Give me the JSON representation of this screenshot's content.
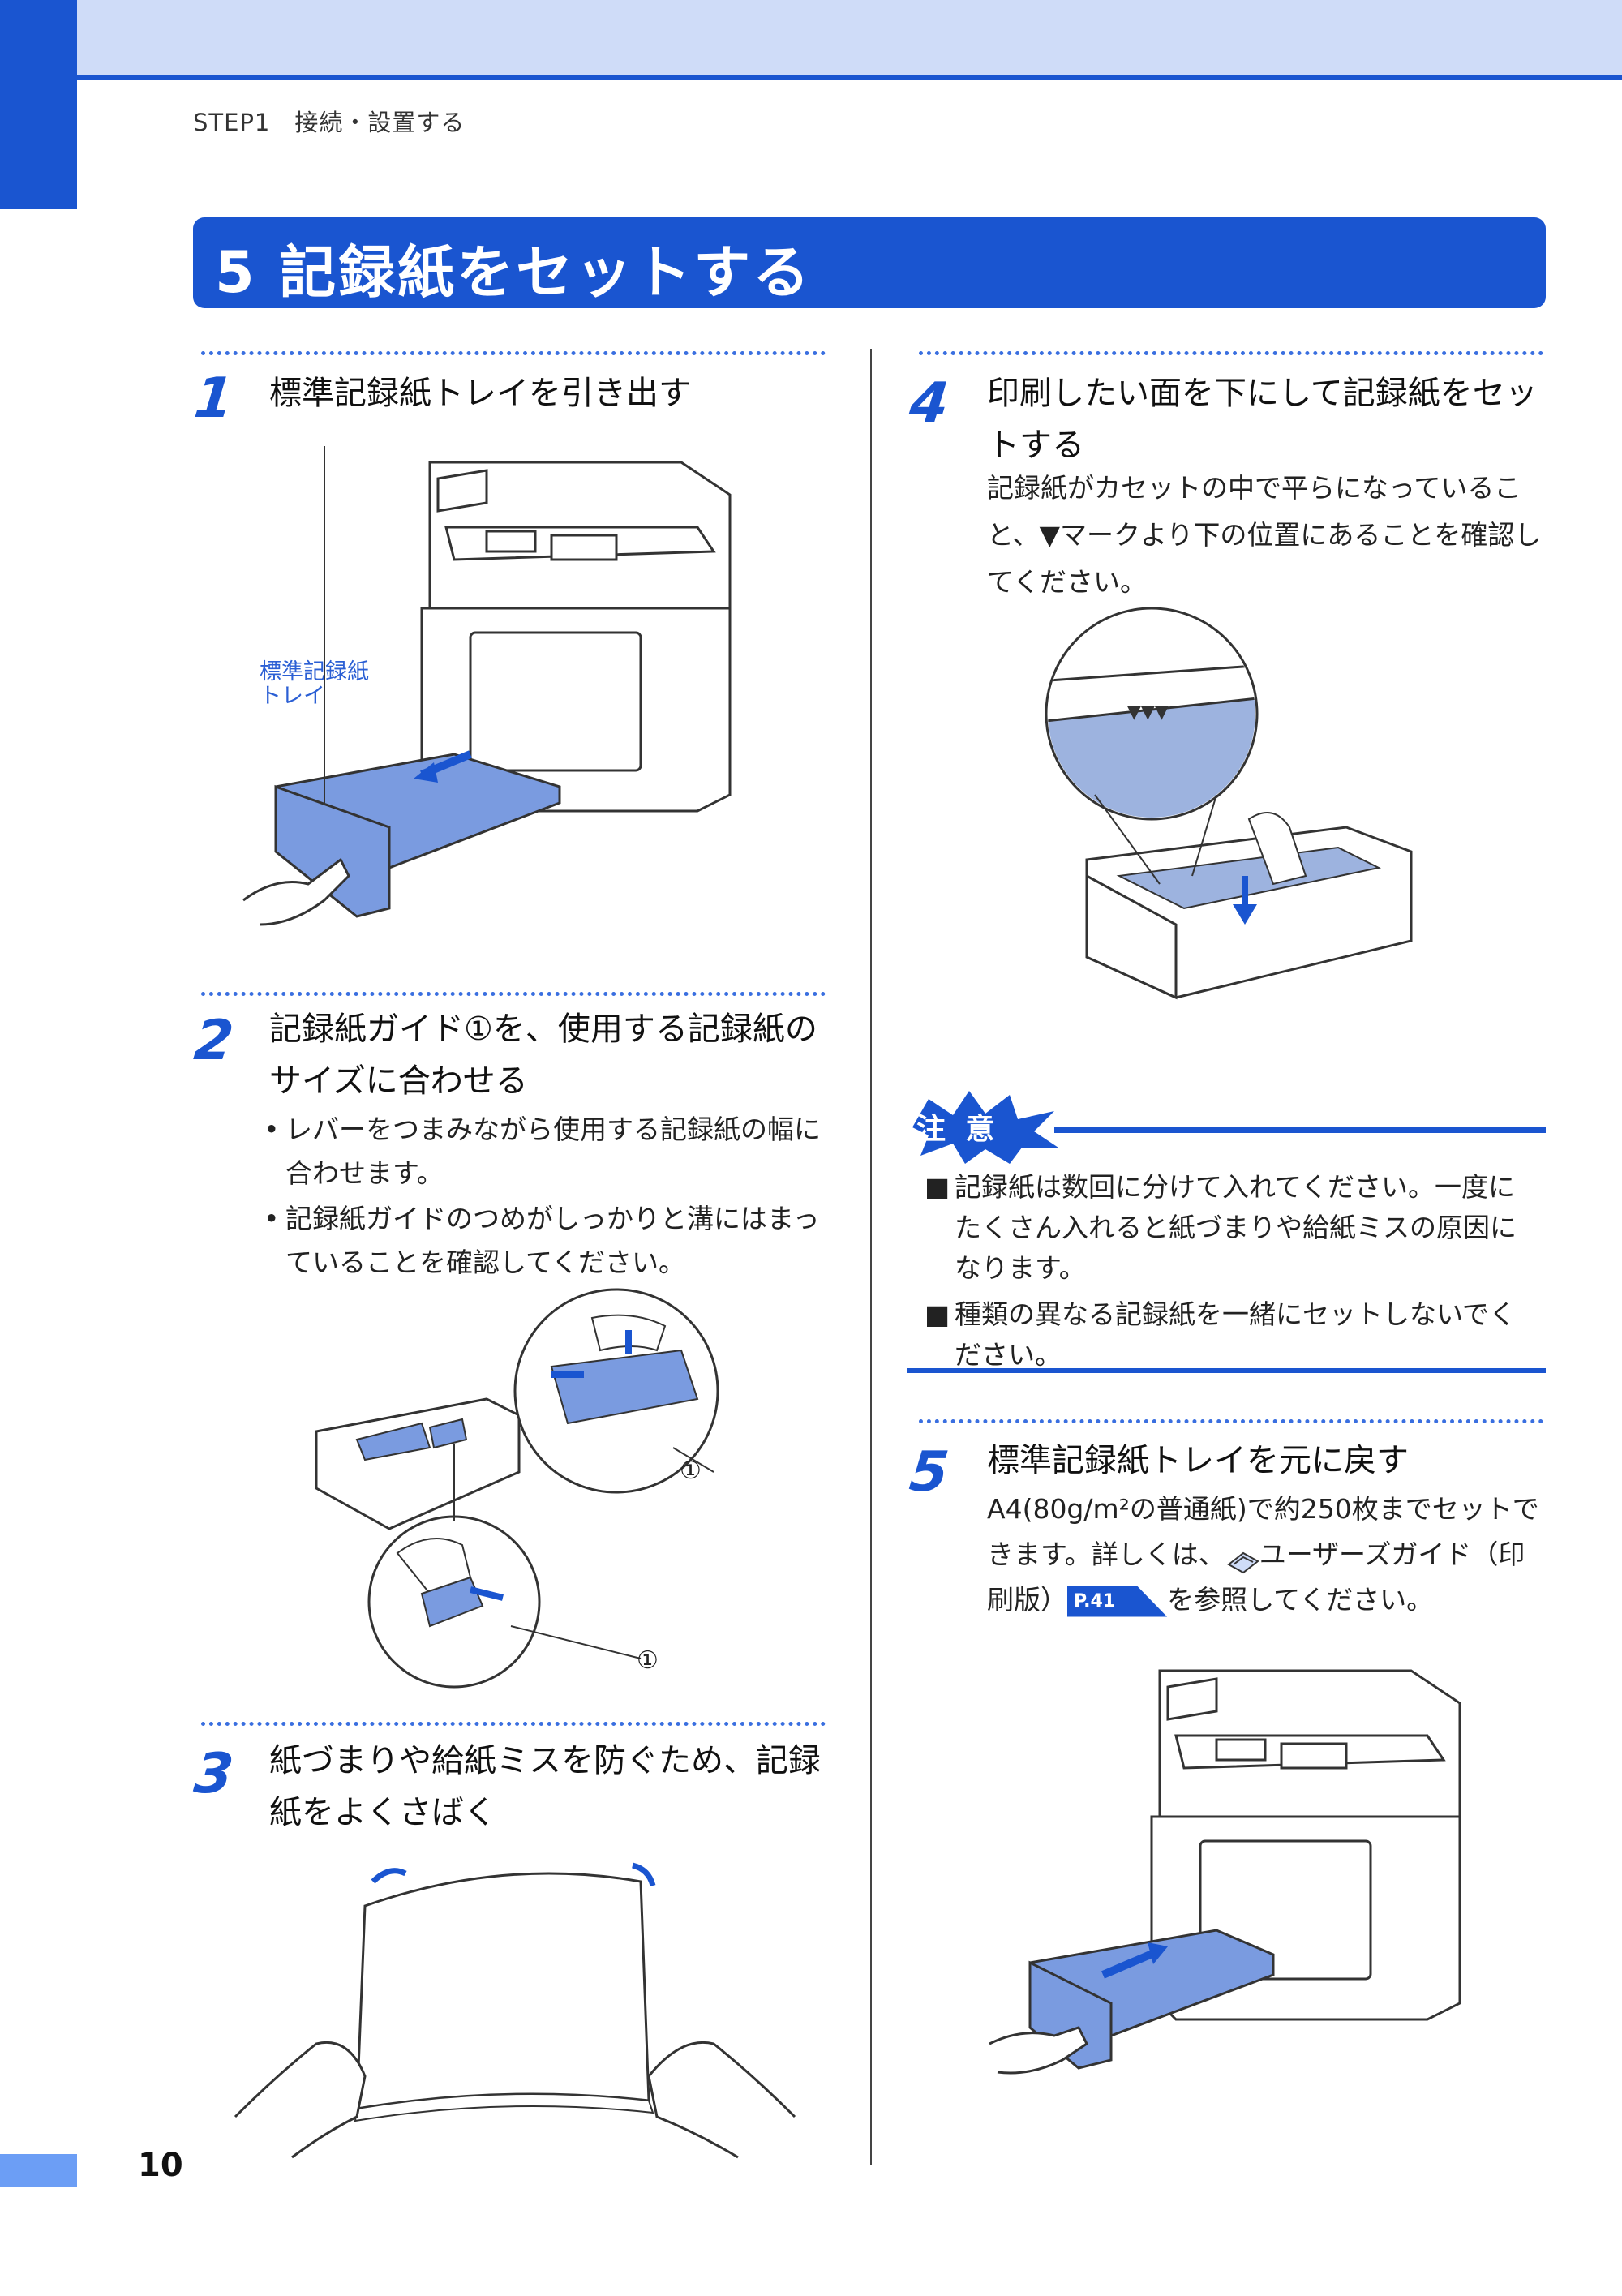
{
  "header": {
    "breadcrumb": "STEP1　接続・設置する"
  },
  "section": {
    "title": "5 記録紙をセットする"
  },
  "steps": [
    {
      "num": "1",
      "title": "標準記録紙トレイを引き出す",
      "callout": [
        "標準記録紙",
        "トレイ"
      ]
    },
    {
      "num": "2",
      "title_lines": [
        "記録紙ガイド①を、使用する記録紙の",
        "サイズに合わせる"
      ],
      "bullets": [
        {
          "lines": [
            "レバーをつまみながら使用する記録紙の幅に",
            "合わせます。"
          ]
        },
        {
          "lines": [
            "記録紙ガイドのつめがしっかりと溝にはまっ",
            "ていることを確認してください。"
          ]
        }
      ],
      "marker": "①"
    },
    {
      "num": "3",
      "title_lines": [
        "紙づまりや給紙ミスを防ぐため、記録",
        "紙をよくさばく"
      ]
    },
    {
      "num": "4",
      "title_lines": [
        "印刷したい面を下にして記録紙をセッ",
        "トする"
      ],
      "body_lines": [
        "記録紙がカセットの中で平らになっているこ",
        "と、▼マークより下の位置にあることを確認し",
        "てください。"
      ]
    },
    {
      "num": "5",
      "title": "標準記録紙トレイを元に戻す",
      "body_line1": "A4(80g/m²の普通紙)で約250枚までセットで",
      "body_line2": "きます。詳しくは、",
      "guide_text": "ユーザーズガイド（印",
      "body_line3a": "刷版）",
      "ref": "P.41",
      "body_line3b": "を参照してください。"
    }
  ],
  "caution": {
    "badge": "注 意",
    "items": [
      {
        "mark": "■",
        "lines": [
          "記録紙は数回に分けて入れてください。一度に",
          "たくさん入れると紙づまりや給紙ミスの原因に",
          "なります。"
        ]
      },
      {
        "mark": "■",
        "lines": [
          "種類の異なる記録紙を一緒にセットしないでく",
          "ださい。"
        ]
      }
    ]
  },
  "footer": {
    "page_number": "10"
  },
  "colors": {
    "brand": "#1a55d0",
    "band": "#cfdcf8",
    "tray": "#7a9be0"
  }
}
